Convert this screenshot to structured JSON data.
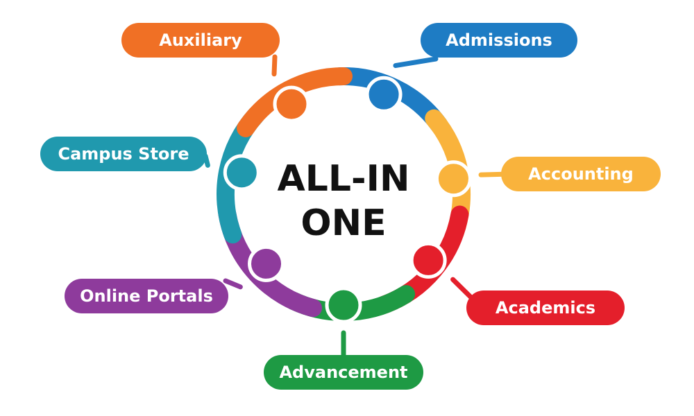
{
  "center": {
    "line1": "ALL-IN",
    "line2": "ONE"
  },
  "modules": [
    {
      "key": "admissions",
      "label": "Admissions",
      "color": "#1E7CC4"
    },
    {
      "key": "accounting",
      "label": "Accounting",
      "color": "#F9B33C"
    },
    {
      "key": "academics",
      "label": "Academics",
      "color": "#E41F2B"
    },
    {
      "key": "advancement",
      "label": "Advancement",
      "color": "#1E9A44"
    },
    {
      "key": "portals",
      "label": "Online Portals",
      "color": "#8E3B9C"
    },
    {
      "key": "campus",
      "label": "Campus Store",
      "color": "#2099AE"
    },
    {
      "key": "auxiliary",
      "label": "Auxiliary",
      "color": "#F07025"
    }
  ]
}
